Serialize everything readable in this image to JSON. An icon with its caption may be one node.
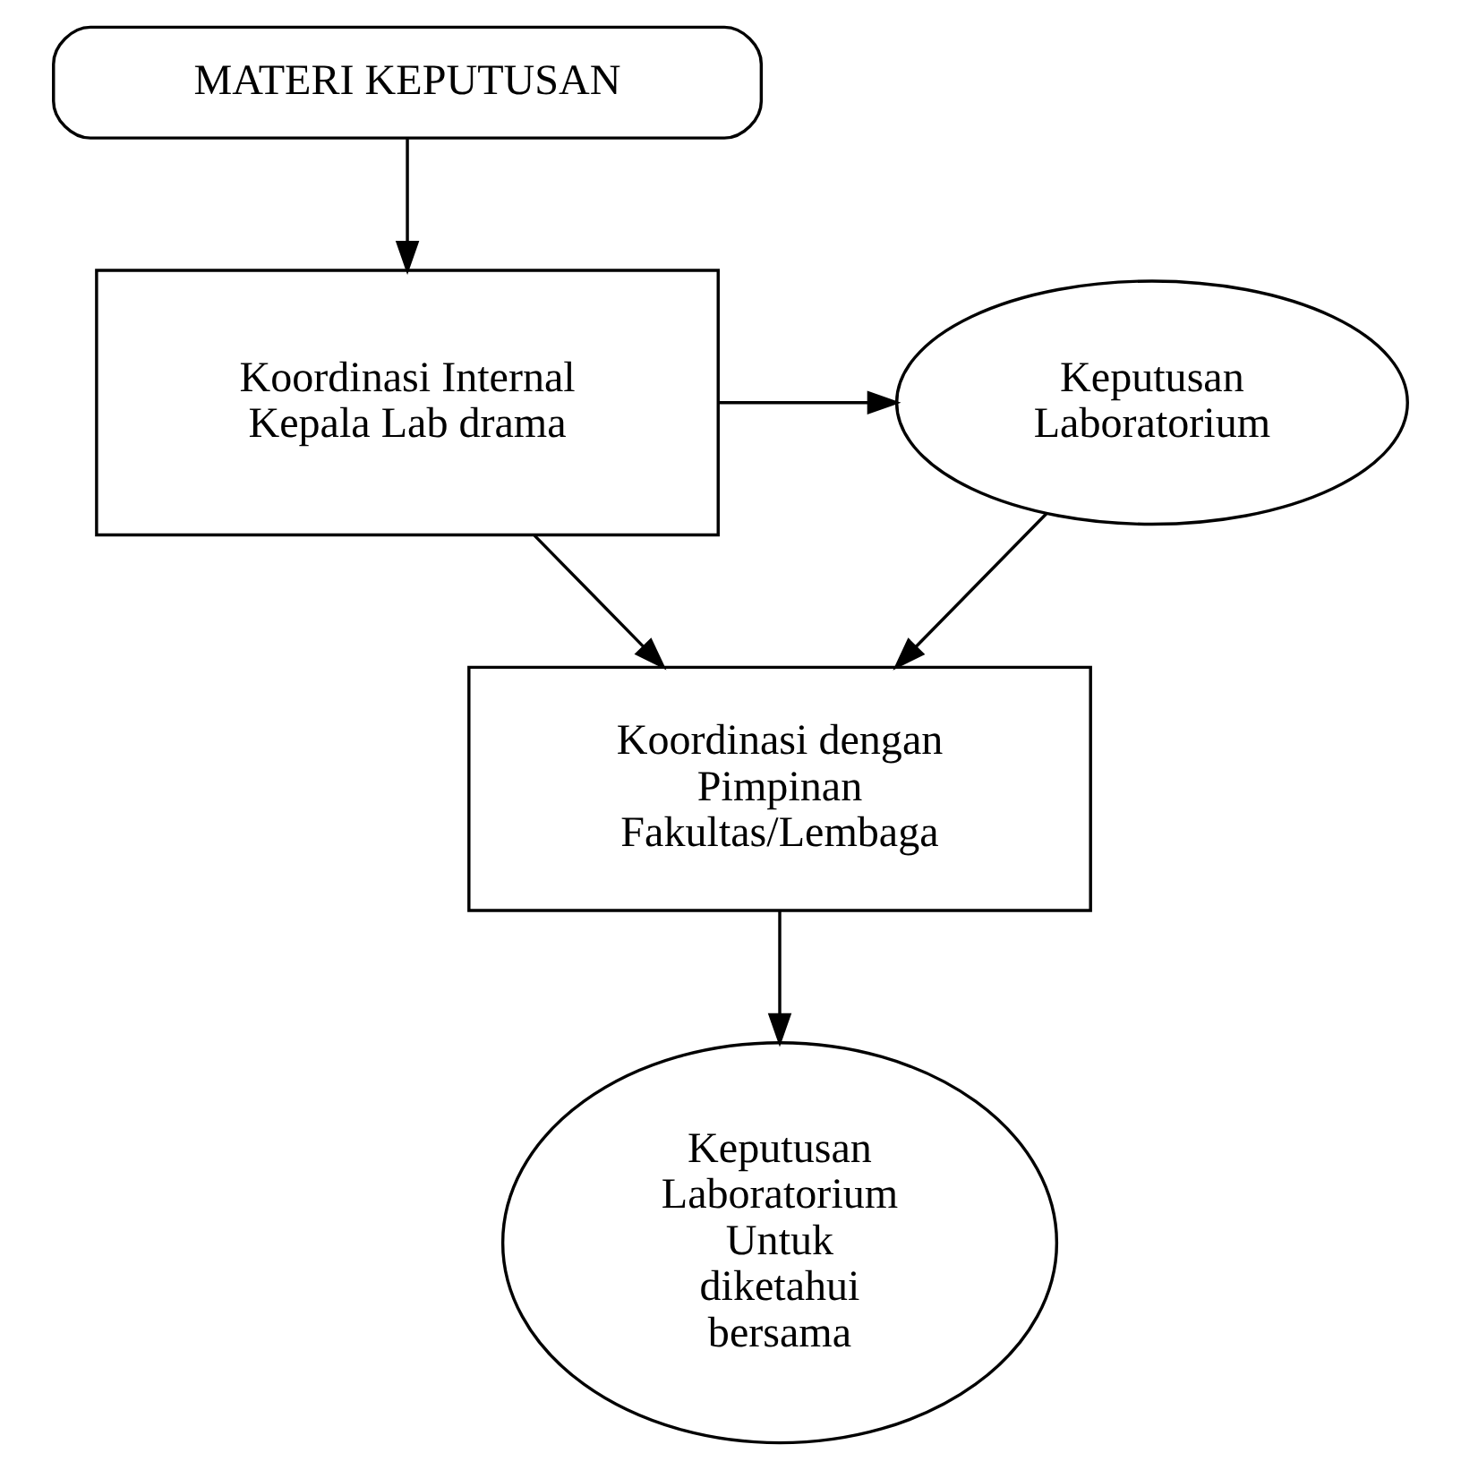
{
  "diagram": {
    "nodes": [
      {
        "text": [
          "MATERI KEPUTUSAN"
        ]
      },
      {
        "text": [
          "Koordinasi Internal Kepala Lab drama"
        ]
      },
      {
        "text": [
          "Keputusan Laboratorium"
        ]
      },
      {
        "text": [
          "Koordinasi dengan Pimpinan Fakultas/Lembaga"
        ]
      },
      {
        "text": [
          "Keputusan Laboratorium Untuk diketahui bersama"
        ]
      }
    ],
    "edges": [
      {
        "from": 0,
        "to": 1,
        "arrow": "to"
      },
      {
        "from": 1,
        "to": 2,
        "arrow": "to"
      },
      {
        "from": 1,
        "to": 3,
        "arrow": "to"
      },
      {
        "from": 2,
        "to": 3,
        "arrow": "to"
      },
      {
        "from": 3,
        "to": 4,
        "arrow": "to"
      }
    ]
  }
}
